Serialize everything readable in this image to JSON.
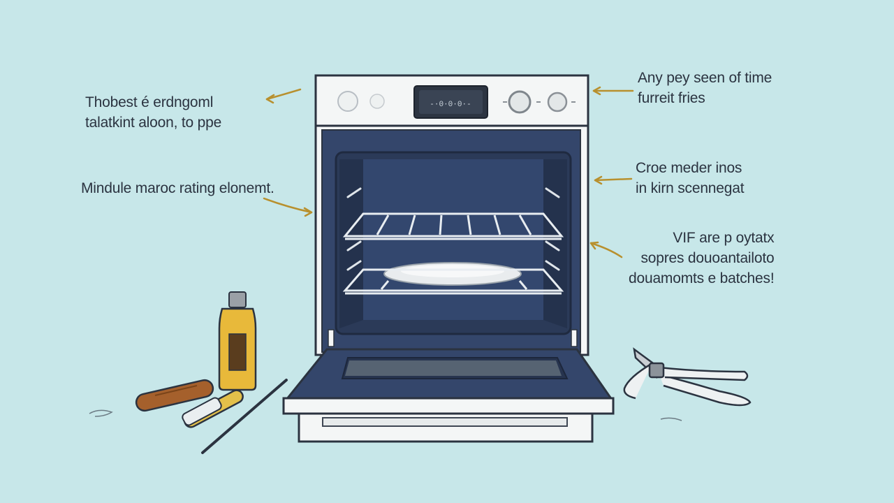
{
  "labels": {
    "top_left": {
      "line1": "Thobest é erdngoml",
      "line2": "talatkint aloon, to ppe"
    },
    "mid_left": {
      "line1": "Mindule maroc rating elonemt."
    },
    "top_right": {
      "line1": "Any pey seen of time",
      "line2": "furreit fries"
    },
    "mid_right": {
      "line1": "Croe meder inos",
      "line2": "in kirn scennegat"
    },
    "low_right": {
      "line1": "VIF are p oytatx",
      "line2": "sopres douoantailoto",
      "line3": "douamomts e batches!"
    }
  },
  "colors": {
    "background": "#c7e7e9",
    "oven_body": "#f4f6f6",
    "oven_interior": "#34466b",
    "oven_cavity": "#2b3a58",
    "arrow": "#b8902e",
    "oil_bottle": "#e8b93a"
  },
  "icons": [
    "oven-icon",
    "oil-bottle-icon",
    "wooden-handle-icon",
    "screwdriver-icon",
    "pliers-icon",
    "dish-icon"
  ]
}
